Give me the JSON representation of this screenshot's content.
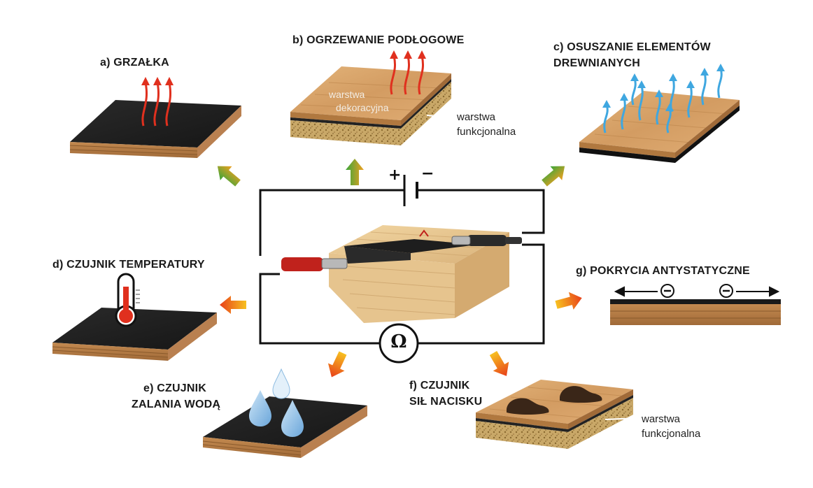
{
  "labels": {
    "a": "a) GRZAŁKA",
    "b": "b) OGRZEWANIE PODŁOGOWE",
    "c1": "c) OSUSZANIE ELEMENTÓW",
    "c2": "DREWNIANYCH",
    "d": "d) CZUJNIK TEMPERATURY",
    "e1": "e) CZUJNIK",
    "e2": "ZALANIA WODĄ",
    "f1": "f) CZUJNIK",
    "f2": "SIŁ NACISKU",
    "g": "g) POKRYCIA ANTYSTATYCZNE"
  },
  "notes": {
    "decor1": "warstwa",
    "decor2": "dekoracyjna",
    "func_b1": "warstwa",
    "func_b2": "funkcjonalna",
    "func_f1": "warstwa",
    "func_f2": "funkcjonalna"
  },
  "circuit": {
    "battery_plus": "+",
    "battery_minus": "−",
    "ohm_symbol": "Ω",
    "electron_symbol": "⊖"
  },
  "colors": {
    "black_layer": "#1f1f1f",
    "wood_top": "#d9a870",
    "wood_side": "#b07a45",
    "heat_arrow": "#e0301e",
    "vapor_arrow": "#3fa7e0",
    "arrow_green": "#4caf3a",
    "arrow_orange": "#f07020"
  }
}
